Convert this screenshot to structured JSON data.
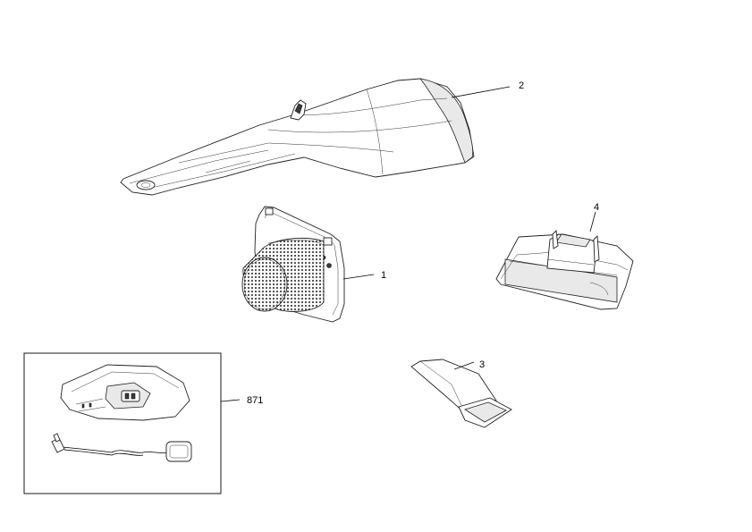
{
  "callouts": {
    "part_2": "2",
    "part_1": "1",
    "part_4": "4",
    "part_3": "3",
    "part_871": "871"
  }
}
